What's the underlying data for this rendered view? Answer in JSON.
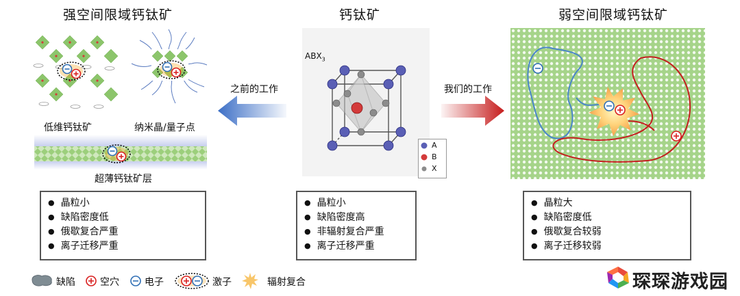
{
  "titles": {
    "left": "强空间限域钙钛矿",
    "center": "钙钛矿",
    "right": "弱空间限域钙钛矿"
  },
  "left_panels": {
    "low_dim": "低维钙钛矿",
    "nanocrystal": "纳米晶/量子点",
    "ultrathin": "超薄钙钛矿层"
  },
  "arrows": {
    "previous": "之前的工作",
    "ours": "我们的工作"
  },
  "crystal": {
    "formula": "ABX",
    "formula_sub": "3",
    "key": [
      "A",
      "B",
      "X"
    ],
    "colors": {
      "A": "#5a5fb5",
      "B": "#d33a3a",
      "X": "#8c8c8c"
    }
  },
  "boxes": {
    "left": [
      "晶粒小",
      "缺陷密度低",
      "俄歇复合严重",
      "离子迁移严重"
    ],
    "center": [
      "晶粒小",
      "缺陷密度高",
      "非辐射复合严重",
      "离子迁移严重"
    ],
    "right": [
      "晶粒大",
      "缺陷密度低",
      "俄歇复合较弱",
      "离子迁移较弱"
    ]
  },
  "legend": {
    "defect": "缺陷",
    "hole": "空穴",
    "electron": "电子",
    "exciton": "激子",
    "radiative": "辐射复合"
  },
  "watermark": "琛琛游戏园",
  "colors": {
    "electron": "#2f6fb5",
    "hole": "#d92020",
    "lattice": "#8cc56b",
    "blue_arrow": "#3c6fc6",
    "red_arrow": "#c61d1d"
  }
}
